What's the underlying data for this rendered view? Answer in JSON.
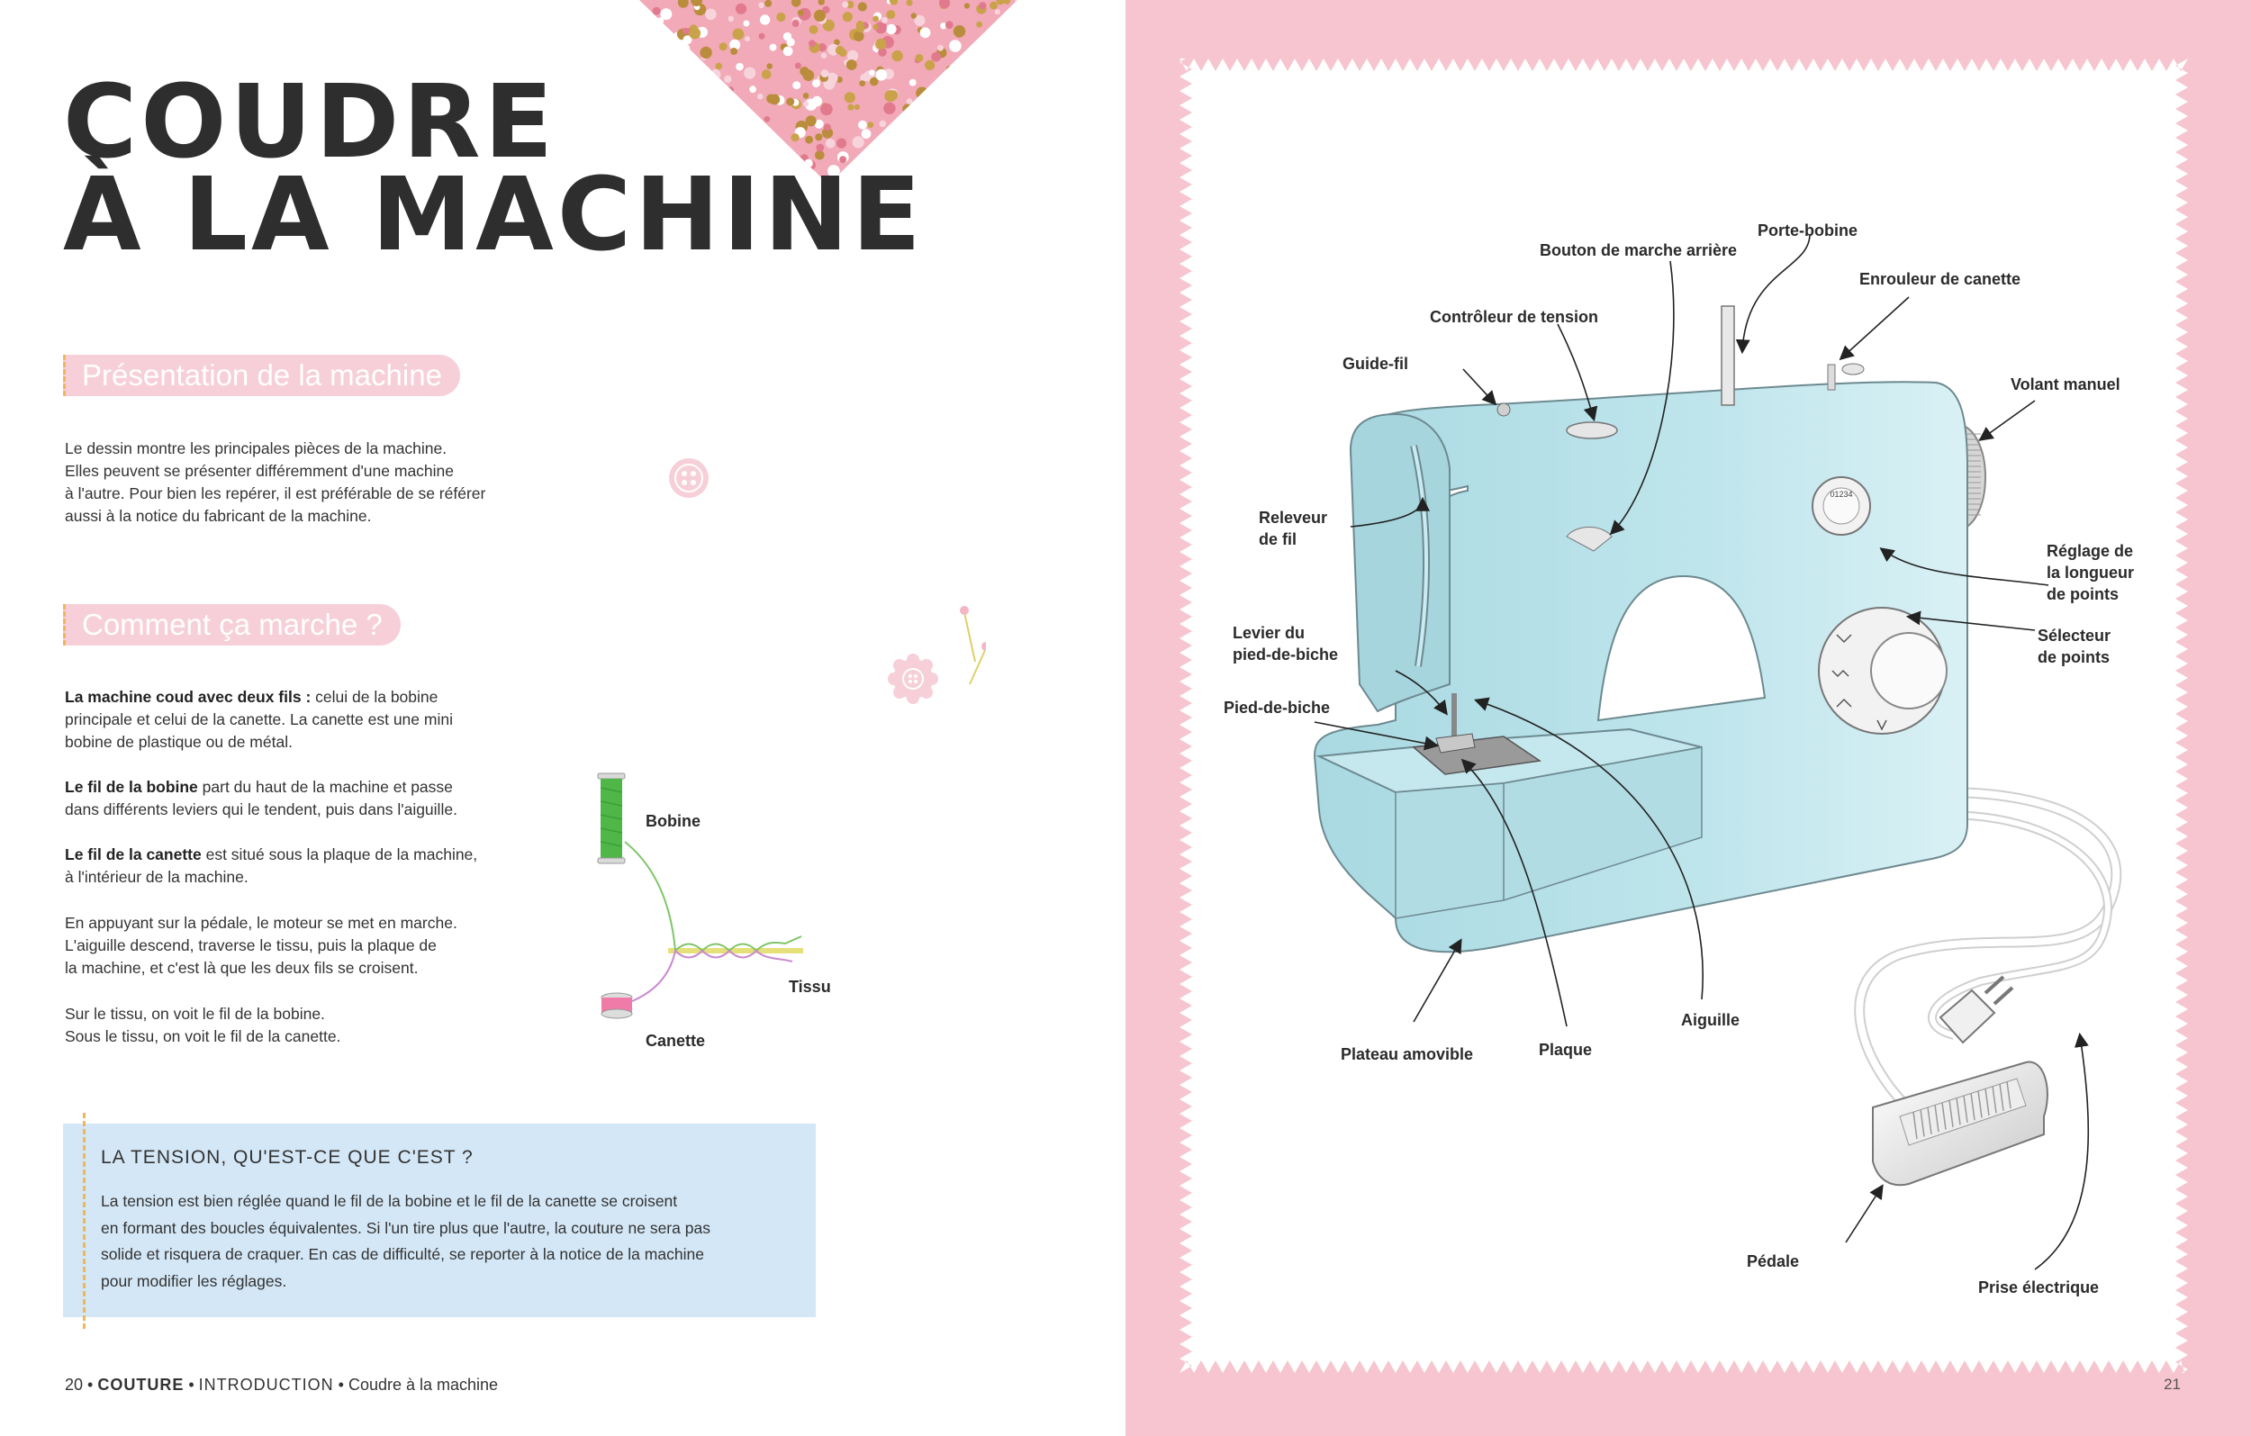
{
  "left": {
    "title_line1": "COUDRE",
    "title_line2": "À LA MACHINE",
    "section1_title": "Présentation de la machine",
    "section1_lines": [
      "Le dessin montre les principales pièces de la machine.",
      "Elles peuvent se présenter différemment d'une machine",
      "à l'autre. Pour bien les repérer, il est préférable de se référer",
      "aussi à la notice du fabricant de la machine."
    ],
    "section2_title": "Comment ça marche ?",
    "p1_bold": "La machine coud avec deux fils :",
    "p1_rest": " celui de la bobine",
    "p1_lines": [
      "principale et celui de la canette. La canette est une mini",
      "bobine de plastique ou de métal."
    ],
    "p2_bold": "Le fil de la bobine",
    "p2_rest": " part du haut de la machine et passe",
    "p2_lines": [
      "dans différents leviers qui le tendent, puis dans l'aiguille."
    ],
    "p3_bold": "Le fil de la canette",
    "p3_rest": " est situé sous la plaque de la machine,",
    "p3_lines": [
      "à l'intérieur de la machine."
    ],
    "p4_lines": [
      "En appuyant sur la pédale, le moteur se met en marche.",
      "L'aiguille descend, traverse le tissu, puis la plaque de",
      "la machine, et c'est là que les deux fils se croisent."
    ],
    "p5_lines": [
      "Sur le tissu, on voit le fil de la bobine.",
      "Sous le tissu, on voit le fil de la canette."
    ],
    "diagram": {
      "bobine": "Bobine",
      "tissu": "Tissu",
      "canette": "Canette"
    },
    "tension_title": "LA TENSION, QU'EST-CE QUE C'EST ?",
    "tension_lines": [
      "La tension est bien réglée quand le fil de la bobine et le fil de la canette se croisent",
      "en formant des boucles équivalentes. Si l'un tire plus que l'autre, la couture ne sera pas",
      "solide et risquera de craquer. En cas de difficulté, se reporter à la notice de la machine",
      "pour modifier les réglages."
    ],
    "footer": {
      "page": "20",
      "sep": " • ",
      "category": "COUTURE",
      "chapter": "INTRODUCTION",
      "topic": "Coudre à la machine"
    }
  },
  "right": {
    "page_number": "21",
    "labels": {
      "porte_bobine": "Porte-bobine",
      "bouton_marche_arriere": "Bouton de marche arrière",
      "enrouleur": "Enrouleur de canette",
      "controleur": "Contrôleur de tension",
      "guide_fil": "Guide-fil",
      "volant": "Volant manuel",
      "releveur_1": "Releveur",
      "releveur_2": "de fil",
      "reglage_1": "Réglage de",
      "reglage_2": "la longueur",
      "reglage_3": "de points",
      "levier_1": "Levier du",
      "levier_2": "pied-de-biche",
      "selecteur_1": "Sélecteur",
      "selecteur_2": "de points",
      "pied": "Pied-de-biche",
      "aiguille": "Aiguille",
      "plateau": "Plateau amovible",
      "plaque": "Plaque",
      "pedale": "Pédale",
      "prise": "Prise électrique"
    },
    "dial_numbers": "01234"
  },
  "colors": {
    "pink": "#f6c5d0",
    "tag_pink": "#f7cfd9",
    "blue_box": "#d4e7f6",
    "machine": "#b7e1e8",
    "accent_orange": "#f0b65c"
  }
}
